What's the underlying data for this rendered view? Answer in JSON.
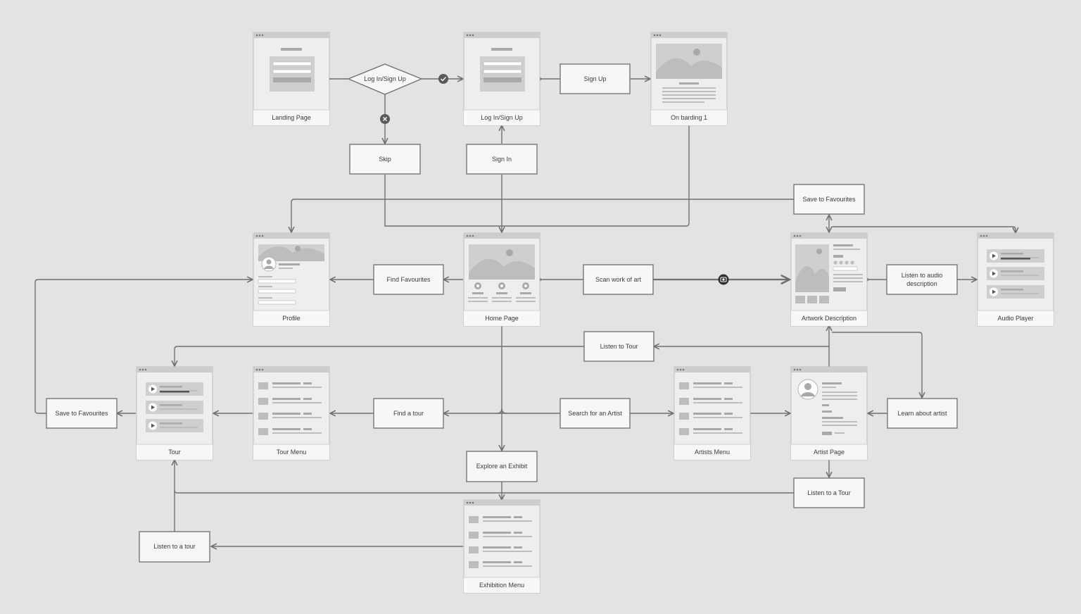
{
  "screens": {
    "landing": "Landing Page",
    "login": "Log In/Sign Up",
    "onboarding": "On barding 1",
    "profile": "Profile",
    "home": "Home Page",
    "artwork": "Artwork Description",
    "audio_player": "Audio Player",
    "tour": "Tour",
    "tour_menu": "Tour Menu",
    "artists_menu": "Artists Menu",
    "artist_page": "Artist Page",
    "exhibition_menu": "Exhibition Menu"
  },
  "actions": {
    "sign_up": "Sign Up",
    "skip": "Skip",
    "sign_in": "Sign In",
    "save_fav_top": "Save to Favourites",
    "find_favourites": "Find Favourites",
    "scan_art": "Scan work of art",
    "listen_audio": [
      "Listen to audio",
      "description"
    ],
    "listen_tour": "Listen to Tour",
    "save_fav_left": "Save to Favourites",
    "find_tour": "Find a tour",
    "search_artist": "Search for an Artist",
    "learn_artist": "Learn about artist",
    "explore_exhibit": "Explore an Exhibit",
    "listen_a_tour": "Listen to a Tour",
    "listen_a_tour_lower": "Listen to a tour"
  },
  "decisions": {
    "login": "Log In/Sign Up"
  },
  "colors": {
    "background": "#e3e3e3",
    "line": "#6f6f6f",
    "node_fill": "#f7f7f7",
    "marker": "#595959"
  },
  "icons": {
    "yes_marker": "check-circle-icon",
    "no_marker": "x-circle-icon",
    "scan_marker": "camera-icon"
  }
}
